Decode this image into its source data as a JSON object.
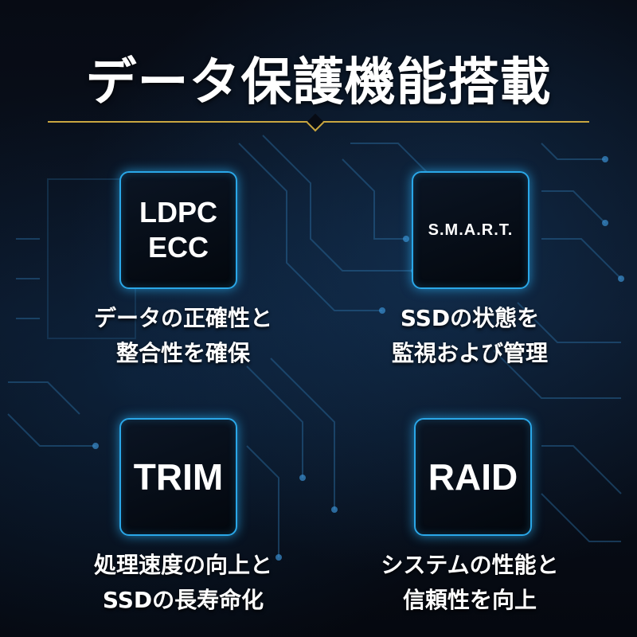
{
  "title": "データ保護機能搭載",
  "features": [
    {
      "chip_lines": [
        "LDPC",
        "ECC"
      ],
      "caption_lines": [
        "データの正確性と",
        "整合性を確保"
      ]
    },
    {
      "chip_lines": [
        "S.M.A.R.T."
      ],
      "caption_lines": [
        "SSDの状態を",
        "監視および管理"
      ]
    },
    {
      "chip_lines": [
        "TRIM"
      ],
      "caption_lines": [
        "処理速度の向上と",
        "SSDの長寿命化"
      ]
    },
    {
      "chip_lines": [
        "RAID"
      ],
      "caption_lines": [
        "システムの性能と",
        "信頼性を向上"
      ]
    }
  ],
  "colors": {
    "accent_gold": "#c9a640",
    "chip_glow": "#2aa7e8",
    "background": "#05080f"
  }
}
